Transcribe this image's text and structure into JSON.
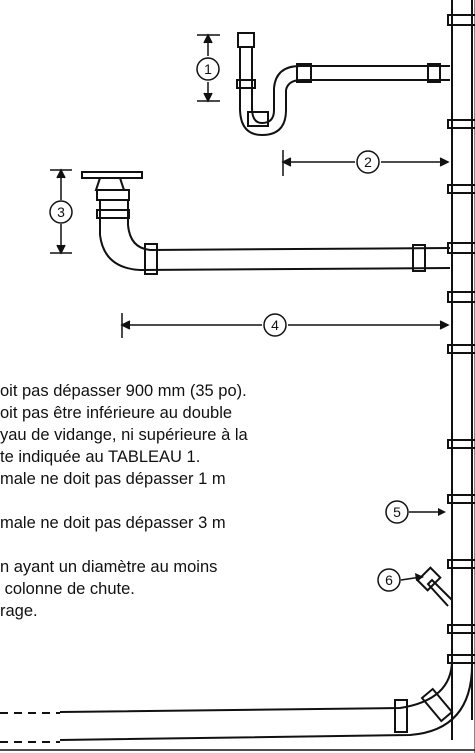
{
  "callouts": [
    {
      "number": "1"
    },
    {
      "number": "2"
    },
    {
      "number": "3"
    },
    {
      "number": "4"
    },
    {
      "number": "5"
    },
    {
      "number": "6"
    }
  ],
  "notes": [
    "oit pas dépasser 900 mm (35 po).",
    "oit pas être inférieure au double",
    "yau de vidange, ni supérieure à la",
    "te indiquée au TABLEAU 1.",
    "male ne doit pas dépasser 1 m",
    "",
    "male ne doit pas dépasser 3 m",
    "",
    "n ayant un diamètre au moins",
    " colonne de chute.",
    "rage."
  ],
  "colors": {
    "line": "#111111",
    "background": "#ffffff"
  }
}
